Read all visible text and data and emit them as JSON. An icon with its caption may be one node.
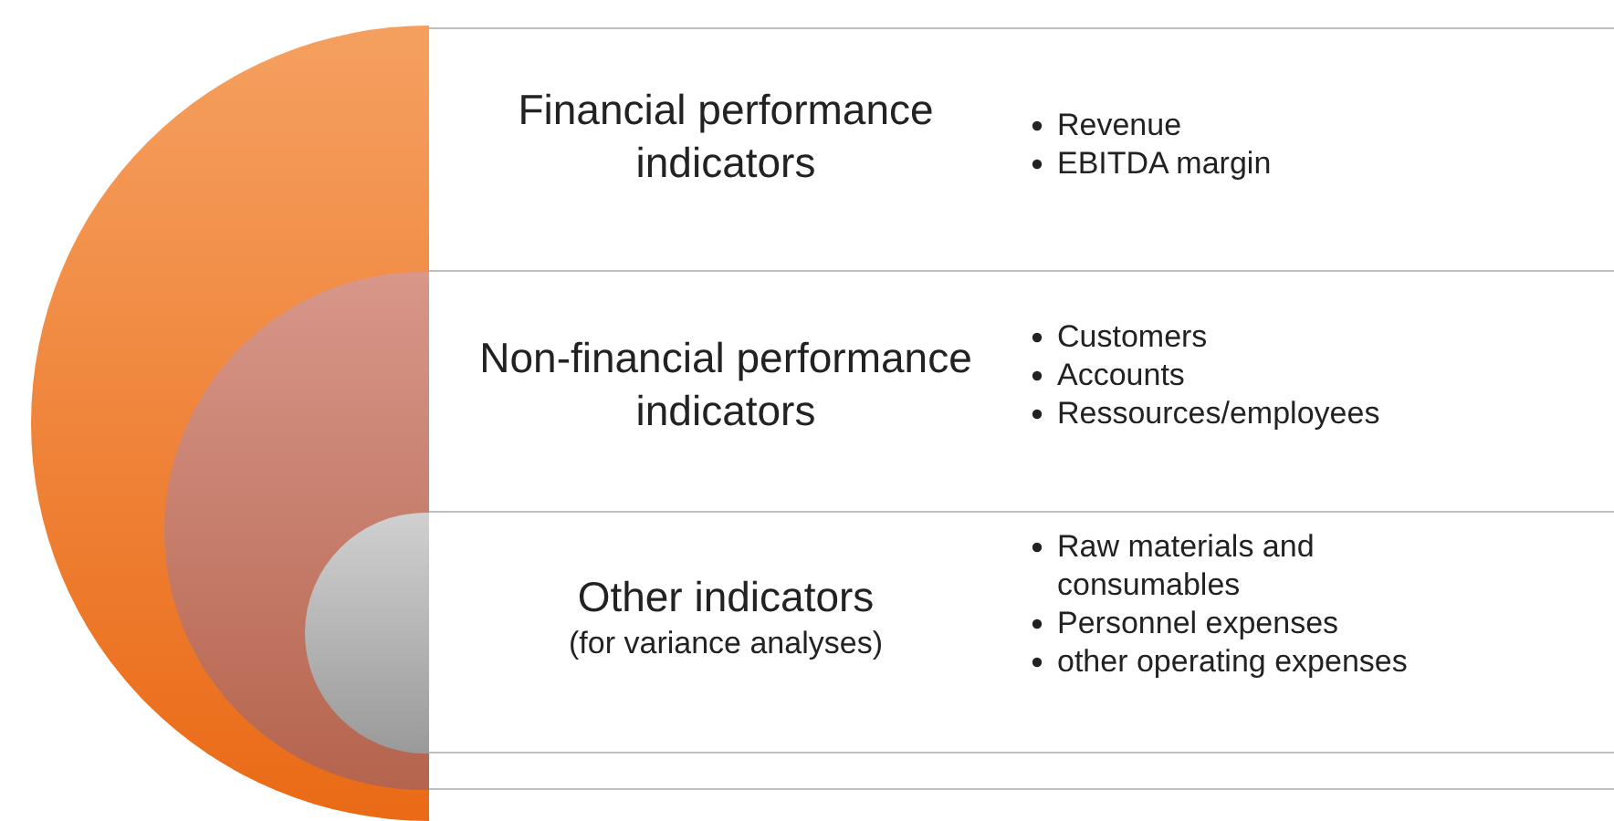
{
  "diagram": {
    "nodes": [
      {
        "text": [
          "Financial performance indicators",
          "Revenue",
          "EBITDA margin"
        ]
      },
      {
        "text": [
          "Non-financial performance indicators",
          "Customers",
          "Accounts",
          "Ressources/employees"
        ]
      },
      {
        "text": [
          "Other indicators",
          "(for variance analyses)",
          "Raw materials and consumables",
          "Personnel expenses",
          "other operating expenses"
        ]
      }
    ]
  }
}
